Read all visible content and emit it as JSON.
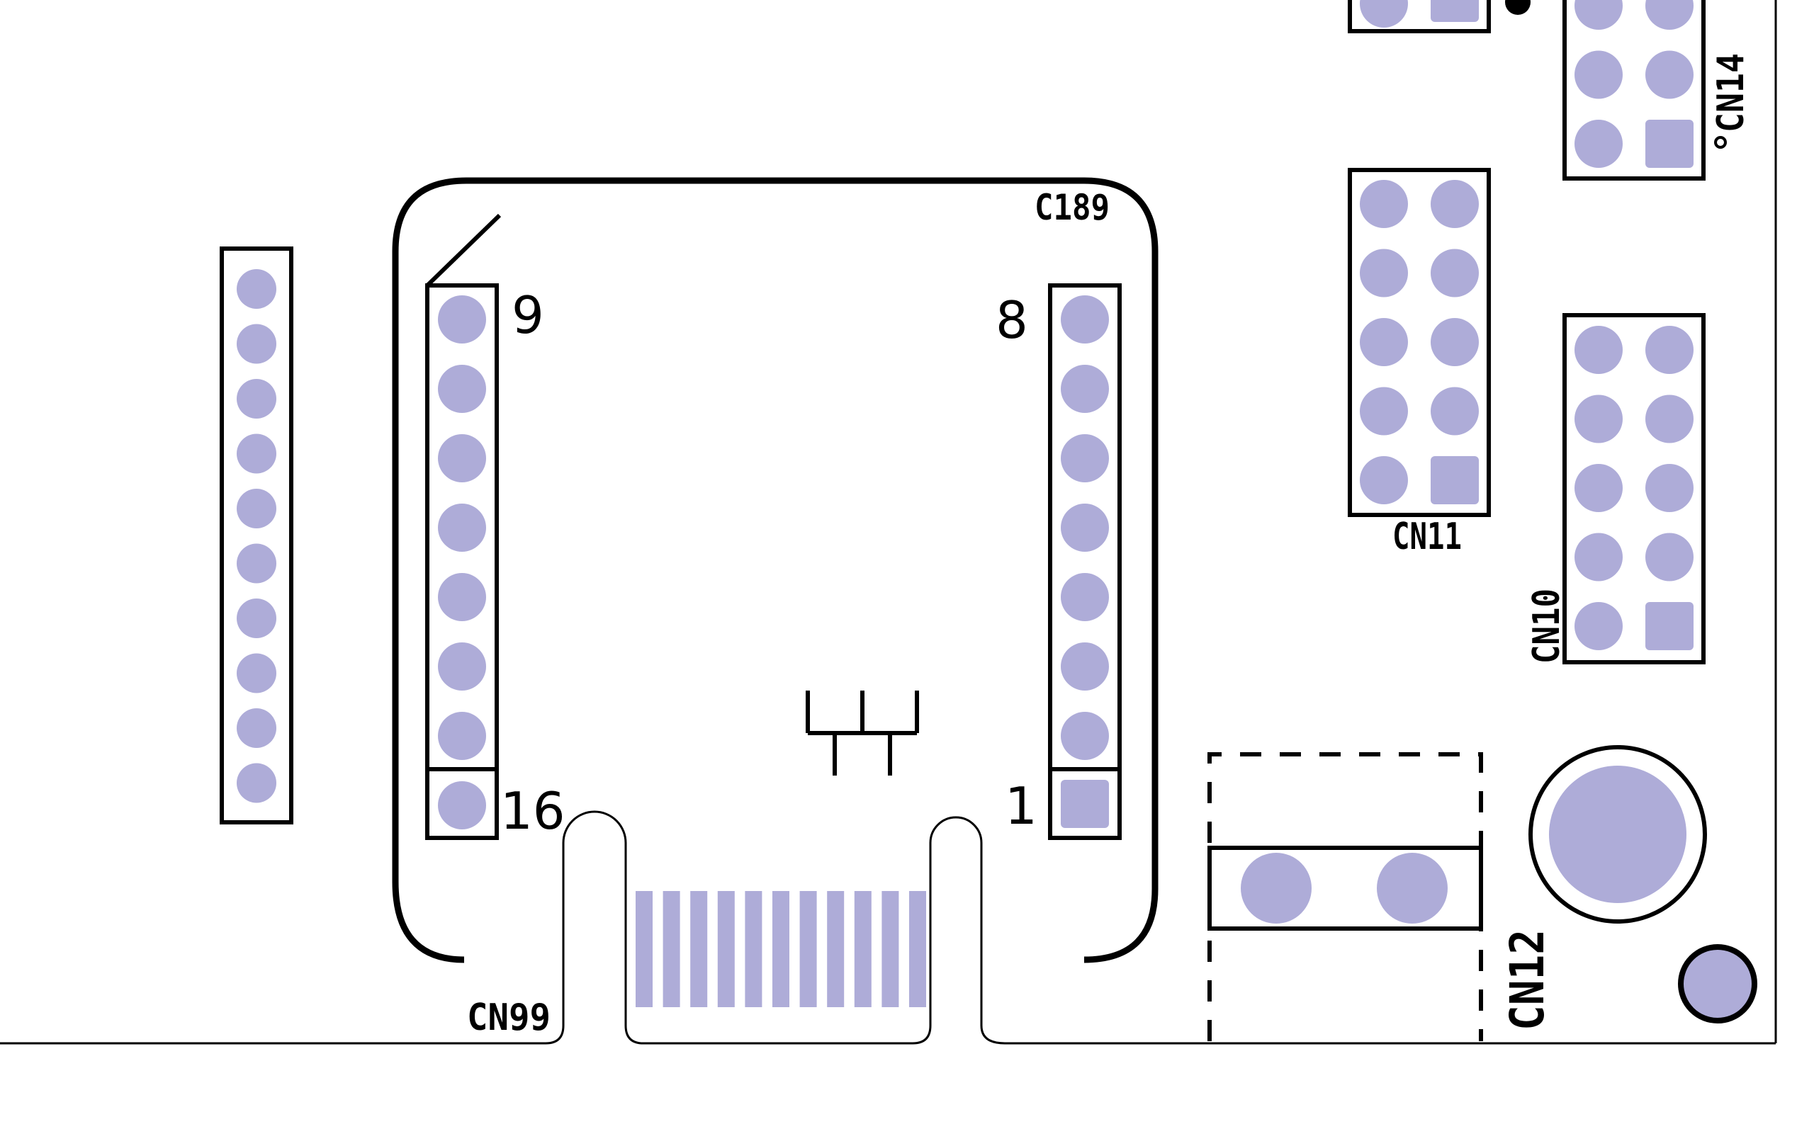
{
  "colors": {
    "background": "#ffffff",
    "silkscreen": "#000000",
    "pad": "#aeacd8",
    "pad_edge": "#9e9cc8"
  },
  "designators": {
    "c189": "C189",
    "cn99": "CN99",
    "cn11": "CN11",
    "cn10": "CN10",
    "cn12": "CN12",
    "cn14": "CN14"
  },
  "pin_labels": {
    "left_top": "9",
    "left_bottom": "16",
    "right_top": "8",
    "right_bottom": "1"
  },
  "pad_counts": {
    "sip_header": 10,
    "module_left_column": 8,
    "module_right_column": 8,
    "edge_fingers": 11,
    "cn11": 10,
    "cn10": 10,
    "cn12": 2,
    "cn14_visible": 6
  }
}
